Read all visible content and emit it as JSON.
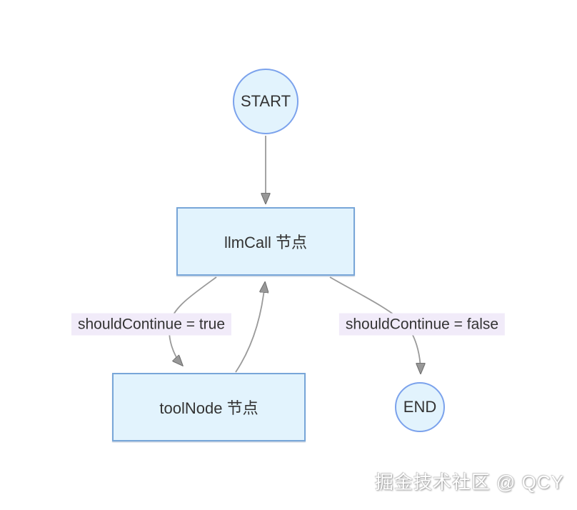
{
  "diagram": {
    "nodes": {
      "start": {
        "label": "START",
        "shape": "circle"
      },
      "llmCall": {
        "label": "llmCall 节点",
        "shape": "rect"
      },
      "toolNode": {
        "label": "toolNode 节点",
        "shape": "rect"
      },
      "end": {
        "label": "END",
        "shape": "circle"
      }
    },
    "edge_labels": {
      "true_branch": "shouldContinue = true",
      "false_branch": "shouldContinue = false"
    },
    "edges": [
      {
        "from": "start",
        "to": "llmCall",
        "label": ""
      },
      {
        "from": "llmCall",
        "to": "toolNode",
        "label": "shouldContinue = true"
      },
      {
        "from": "toolNode",
        "to": "llmCall",
        "label": ""
      },
      {
        "from": "llmCall",
        "to": "end",
        "label": "shouldContinue = false"
      }
    ],
    "colors": {
      "node_fill": "#e2f3fd",
      "rect_border": "#78a6d8",
      "circle_border": "#7ba2ec",
      "edge": "#9a9a9a",
      "edge_arrow": "#989898",
      "edge_label_bg": "#f1ebf9",
      "text": "#333333",
      "watermark": "#ffffff"
    }
  },
  "watermark": {
    "text": "掘金技术社区 @ QCY"
  }
}
